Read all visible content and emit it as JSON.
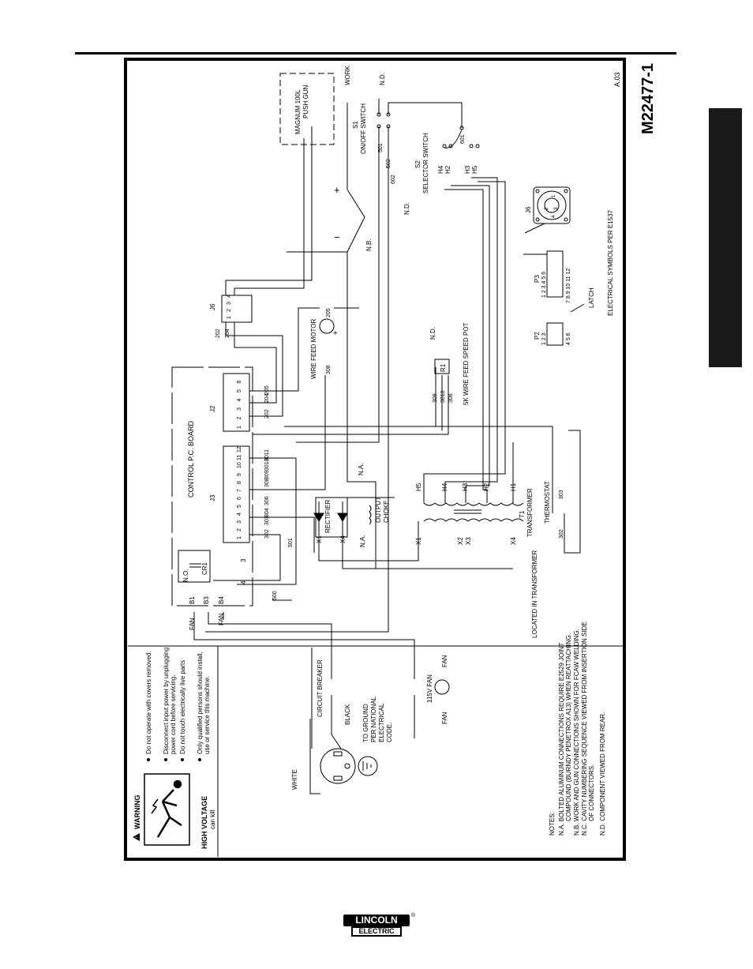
{
  "page": {
    "drawing_number": "M22477-1",
    "revision": "A.03"
  },
  "warning": {
    "title": "WARNING",
    "high_voltage": "HIGH VOLTAGE",
    "can_kill": "can kill",
    "bullets": [
      "Do not operate with covers removed.",
      "Disconnect input power by unplugging",
      "power cord before servicing.",
      "Do not touch electrically live parts",
      "Only qualified persons should install,",
      "use or service this machine."
    ]
  },
  "labels": {
    "control_board": "CONTROL P.C. BOARD",
    "j3": "J3",
    "j2": "J2",
    "j6a": "J6",
    "j6b": "J6",
    "p2": "P2",
    "p3": "P3",
    "latch": "LATCH",
    "j3_pins": [
      "1",
      "2",
      "3",
      "4",
      "5",
      "6",
      "7",
      "8",
      "9",
      "10",
      "11",
      "12"
    ],
    "j2_pins": [
      "1",
      "2",
      "3",
      "4",
      "5",
      "6"
    ],
    "j6_pins": [
      "1",
      "2",
      "3",
      "4"
    ],
    "p2_rows": [
      "1 2 3",
      "4 5 6"
    ],
    "p3_rows": [
      "1 2 3 4 5 6",
      "7 8 9 10 11 12"
    ],
    "wires_j3": [
      "302",
      "303",
      "304",
      "306",
      "308",
      "309",
      "3010",
      "3011"
    ],
    "wires_j2": [
      "202",
      "204",
      "205"
    ],
    "w204": "204",
    "w205": "205",
    "w308a": "308",
    "w202b": "202",
    "w204b": "204",
    "w501": "501",
    "w500": "500",
    "w309": "309",
    "w3010": "3010",
    "w308b": "308",
    "w601": "601",
    "w501b": "501",
    "w502": "502",
    "w602": "602",
    "w302": "302",
    "w303": "303",
    "cr1": "CR1",
    "no": "N.O.",
    "b1": "B1",
    "b3": "B3",
    "b4": "B4",
    "n3": "3",
    "n4": "4",
    "fan1": "FAN",
    "fan2": "FAN",
    "fan3": "FAN",
    "fan4": "FAN",
    "fan115": "115V FAN",
    "motor": "WIRE FEED MOTOR",
    "plus1": "+",
    "plus2": "+",
    "minus": "−",
    "pot": "5K WIRE FEED SPEED POT",
    "r1": "R1",
    "nd1": "N.D.",
    "nd2": "N.D.",
    "nd3": "N.D.",
    "na1": "N.A.",
    "na2": "N.A.",
    "nb": "N.B.",
    "rectifier": "RECTIFIER",
    "output_choke": "OUTPUT",
    "choke": "CHOKE",
    "x1a": "X1",
    "x4a": "X4",
    "x1b": "X1",
    "x2x3": "X2",
    "x3": "X3",
    "x4b": "X4",
    "h5": "H5",
    "h4": "H4",
    "h3": "H3",
    "h2": "H2",
    "h1": "H1",
    "h4b": "H4",
    "h2b": "H2",
    "h3b": "H3",
    "h5b": "H5",
    "t1": "T1",
    "transformer": "TRANSFORMER",
    "thermostat": "THERMOSTAT",
    "located": "LOCATED IN TRANSFORMER",
    "gun": "MAGNUM 100L",
    "gun2": "PUSH GUN",
    "work": "WORK",
    "s1": "S1",
    "s1b": "ON/OFF SWITCH",
    "s2": "S2",
    "s2b": "SELECTOR SWITCH",
    "breaker": "CIRCUIT BREAKER",
    "black": "BLACK",
    "white": "WHITE",
    "ground1": "TO GROUND",
    "ground2": "PER NATIONAL",
    "ground3": "ELECTRICAL",
    "ground4": "CODE.",
    "symbols": "ELECTRICAL SYMBOLS PER E1537",
    "j6_conn": [
      "1",
      "2",
      "3",
      "4"
    ]
  },
  "notes": {
    "title": "NOTES:",
    "lines": [
      "N.A.  BOLTED ALUMINUM CONNECTIONS REQUIRE E2529 JOINT",
      "COMPOUND (BURNDY PENETROX A13) WHEN REATTACHING.",
      "N.B.  WORK AND GUN CONNECTIONS SHOWN FOR FCAW WELDING.",
      "N.C.  CAVITY NUMBERING SEQUENCE VIEWED FROM INSERTION SIDE",
      "OF CONNECTORS.",
      "N.D.  COMPONENT VIEWED FROM REAR."
    ]
  },
  "footer": {
    "brand_top": "LINCOLN",
    "brand_bottom": "ELECTRIC",
    "reg": "®"
  }
}
